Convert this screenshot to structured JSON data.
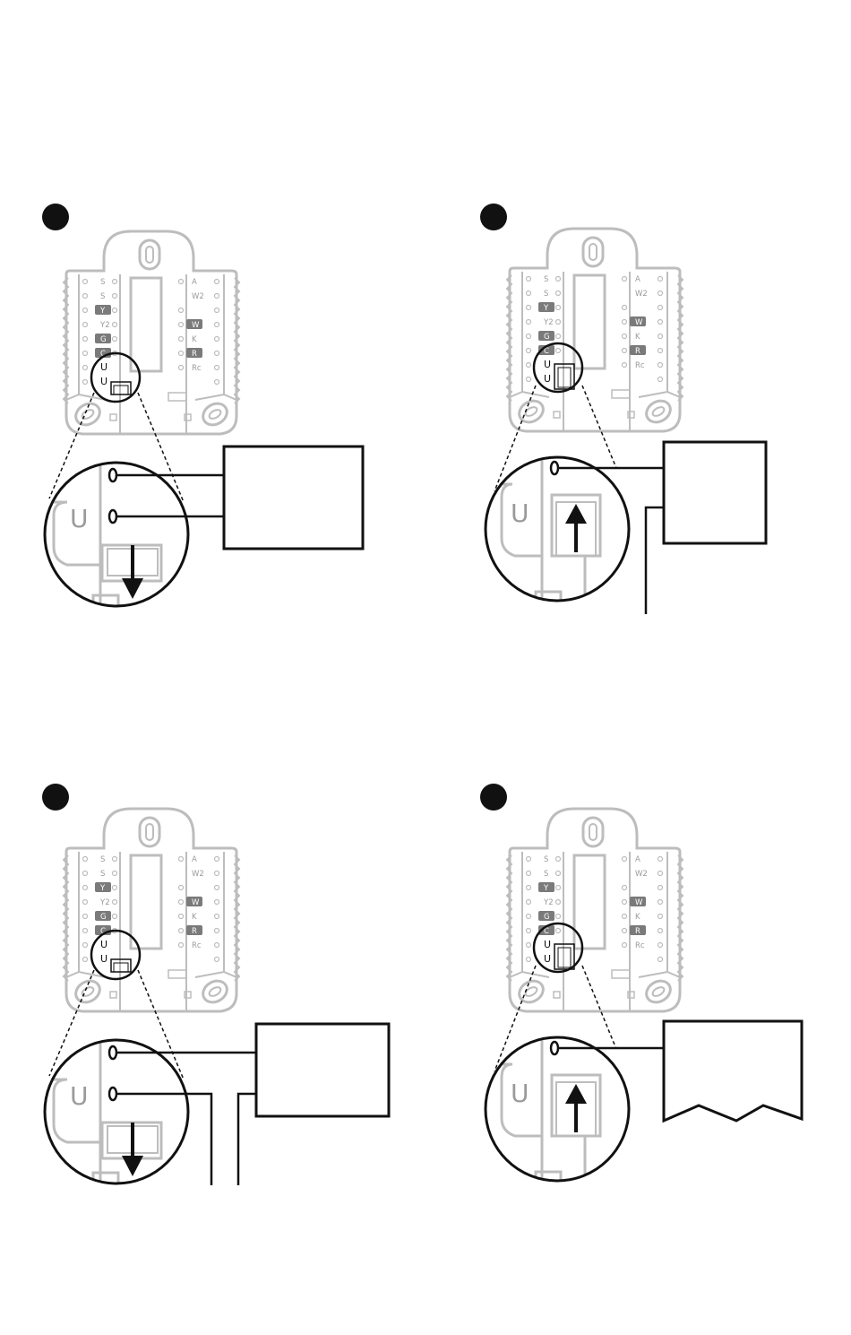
{
  "colors": {
    "ink": "#111111",
    "plate": "#bdbdbd",
    "label_fill": "#7a7a7a",
    "label_text": "#9a9a9a"
  },
  "terminals": {
    "left_col": [
      "S",
      "S",
      "Y",
      "Y2",
      "G",
      "C",
      "U",
      "U"
    ],
    "left_highlight": [
      false,
      false,
      true,
      false,
      true,
      true,
      false,
      false
    ],
    "right_col": [
      "A",
      "W2",
      "W",
      "K",
      "R",
      "Rc"
    ],
    "right_highlight": [
      false,
      false,
      true,
      false,
      true,
      false
    ]
  },
  "zoom_label": "U",
  "panels": [
    {
      "id": "panel-1",
      "slider": "down",
      "wiring": "two-wires-to-box"
    },
    {
      "id": "panel-2",
      "slider": "up",
      "wiring": "one-wire-to-box-plus-drop"
    },
    {
      "id": "panel-3",
      "slider": "down",
      "wiring": "two-wires-box-and-drops"
    },
    {
      "id": "panel-4",
      "slider": "up",
      "wiring": "one-wire-to-torn-box"
    }
  ]
}
